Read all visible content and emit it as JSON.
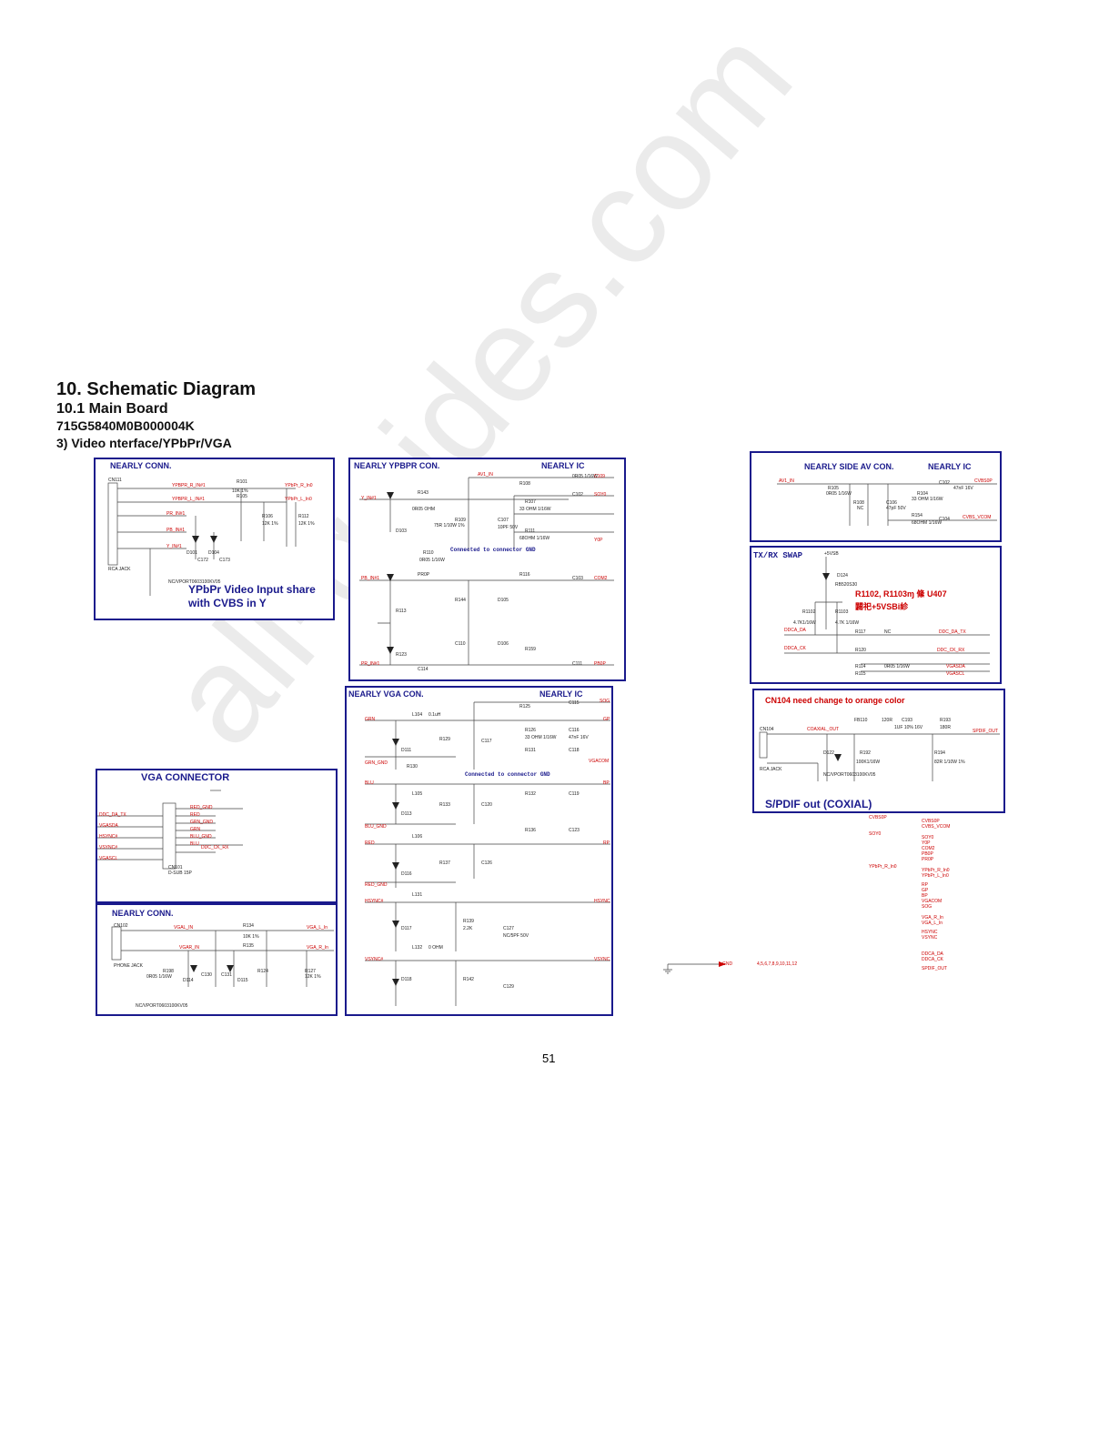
{
  "header": {
    "title": "10. Schematic Diagram",
    "subtitle": "10.1 Main Board",
    "part_number": "715G5840M0B000004K",
    "section": "3) Video nterface/YPbPr/VGA"
  },
  "page_number": "51",
  "watermark": "all-guides.com",
  "panels": {
    "nearly_conn": {
      "title": "NEARLY CONN.",
      "labels": [
        "CN111",
        "RCA JACK",
        "YPBPR_R_IN#1",
        "YPBPR_L_IN#1",
        "PR_IN#1",
        "PB_IN#1",
        "Y_IN#1",
        "R101",
        "R105",
        "10K 1%",
        "R106",
        "12K 1%",
        "R112",
        "12K 1%",
        "YPbPr_R_In0",
        "YPbPr_L_In0",
        "D101",
        "D104",
        "C172",
        "C173",
        "NC/VPORT0603100KV05"
      ],
      "note": "YPbPr Video Input share with CVBS in Y"
    },
    "ypbpr_con": {
      "title": "NEARLY YPBPR CON.",
      "ic_title": "NEARLY IC",
      "labels": [
        "AV1_IN",
        "Y_IN#1",
        "PB_IN#1",
        "PR_IN#1",
        "R143",
        "0R05 OHM",
        "R109",
        "75R 1/10W 1%",
        "D103",
        "C107",
        "10PF 50V",
        "R110",
        "0R05 1/16W",
        "R111",
        "68OHM 1/16W",
        "R107",
        "33 OHM 1/16W",
        "R108",
        "0R05 1/16W",
        "C102",
        "C103",
        "C109",
        "SOY0",
        "Y0P",
        "COM2",
        "PB0P",
        "PR0P",
        "R144",
        "R116",
        "R113",
        "D105",
        "C110",
        "R159",
        "R123",
        "D106",
        "C111",
        "C114",
        "R145"
      ],
      "note": "Connected to connector GND"
    },
    "vga_con": {
      "title": "NEARLY VGA CON.",
      "ic_title": "NEARLY IC",
      "labels": [
        "GRN",
        "GRN_GND",
        "BLU",
        "BLU_GND",
        "RED",
        "RED_GND",
        "HSYNC#",
        "VSYNC#",
        "L104",
        "0.1uH",
        "L105",
        "L106",
        "L131",
        "L132",
        "0 OHM",
        "R129",
        "R130",
        "R133",
        "R137",
        "R139",
        "R142",
        "2.2K",
        "D111",
        "D113",
        "D116",
        "D117",
        "D118",
        "C117",
        "C120",
        "C126",
        "C127",
        "C129",
        "NC/5PF 50V",
        "R125",
        "R126",
        "R131",
        "R132",
        "R136",
        "C115",
        "C116",
        "C118",
        "C119",
        "C123",
        "SOG",
        "GP",
        "VGACOM",
        "BP",
        "RP",
        "HSYNC",
        "VSYNC",
        "33 OHM 1/16W",
        "47nF 16V"
      ],
      "note": "Connected to connector GND"
    },
    "vga_connector": {
      "title": "VGA CONNECTOR",
      "labels": [
        "DDC_DA_TX",
        "VGASDA",
        "HSYNC#",
        "VSYNC#",
        "VGASCL",
        "RED_GND",
        "RED",
        "GRN_GND",
        "GRN",
        "BLU_GND",
        "BLU",
        "DDC_CK_RX",
        "CN101",
        "D-SUB 15P"
      ]
    },
    "nearly_conn_audio": {
      "title": "NEARLY CONN.",
      "labels": [
        "CN102",
        "PHONE JACK",
        "VGAL_IN",
        "VGAR_IN",
        "R134",
        "R135",
        "10K 1%",
        "R198",
        "0R05 1/16W",
        "R124",
        "R127",
        "12K 1%",
        "D114",
        "D115",
        "C130",
        "C131",
        "VGA_L_In",
        "VGA_R_In",
        "NC/VPORT0603100KV05"
      ]
    },
    "side_av": {
      "title": "NEARLY SIDE  AV CON.",
      "ic_title": "NEARLY IC",
      "labels": [
        "AV1_IN",
        "R105",
        "0R05 1/16W",
        "R108",
        "NC",
        "C106",
        "47pF 50V",
        "R104",
        "33 OHM 1/16W",
        "C102",
        "47nF 16V",
        "CVBS0P",
        "R154",
        "68OHM 1/16W",
        "C104",
        "CVBS_VCOM"
      ]
    },
    "txrx_swap": {
      "title": "TX/RX SWAP",
      "labels": [
        "+5VSB",
        "D124",
        "RB520S30",
        "R1102",
        "R1103",
        "4.7K1/16W",
        "4.7K 1/16W",
        "DDCA_DA",
        "DDCA_CK",
        "R117",
        "R120",
        "NC",
        "DDC_DA_TX",
        "DDC_CK_RX",
        "R114",
        "R115",
        "0R05 1/16W",
        "VGASDA",
        "VGASCL"
      ],
      "note_line1": "R1102, R1103ɱ 絛    U407",
      "note_line2": "闢祀+5VSBi紾"
    },
    "spdif": {
      "title": "CN104 need change to orange color",
      "labels": [
        "CN104",
        "RCA JACK",
        "COAXIAL_OUT",
        "FB110",
        "120R",
        "C193",
        "1UF 10% 16V",
        "R193",
        "180R",
        "SPDIF_OUT",
        "R192",
        "100K1/16W",
        "D122",
        "NC/VPORT0603100KV05",
        "R194",
        "82R 1/10W 1%"
      ],
      "note": "S/PDIF out (COXIAL)"
    }
  },
  "port_list": {
    "items": [
      "CVBS0P",
      "CVBS_VCOM",
      "SOY0",
      "Y0P",
      "COM2",
      "PB0P",
      "PR0P",
      "YPbPr_R_In0",
      "YPbPr_L_In0",
      "RP",
      "GP",
      "BP",
      "VGACOM",
      "SOG",
      "VGA_R_In",
      "VGA_L_In",
      "HSYNC",
      "VSYNC",
      "DDCA_DA",
      "DDCA_CK",
      "SPDIF_OUT"
    ],
    "gnd_label": "GND",
    "gnd_pages": "4,5,6,7,8,9,10,11,12"
  }
}
